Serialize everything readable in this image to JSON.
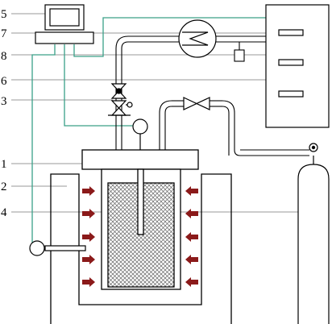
{
  "callouts": [
    {
      "id": "c5",
      "text": "5"
    },
    {
      "id": "c7",
      "text": "7"
    },
    {
      "id": "c8",
      "text": "8"
    },
    {
      "id": "c6",
      "text": "6"
    },
    {
      "id": "c3",
      "text": "3"
    },
    {
      "id": "c1",
      "text": "1"
    },
    {
      "id": "c2",
      "text": "2"
    },
    {
      "id": "c4",
      "text": "4"
    }
  ],
  "colors": {
    "line": "#000000",
    "signal": "#3aa088",
    "arrow": "#8b1a1a",
    "hatch": "#555555",
    "leader": "#666666"
  },
  "icons": {
    "heat_arrows": "heat-arrow-icon",
    "cooler": "heat-exchanger-icon",
    "valve": "needle-valve-icon",
    "gauge": "pressure-gauge-icon",
    "cylinder": "gas-cylinder-icon",
    "computer": "computer-icon"
  }
}
